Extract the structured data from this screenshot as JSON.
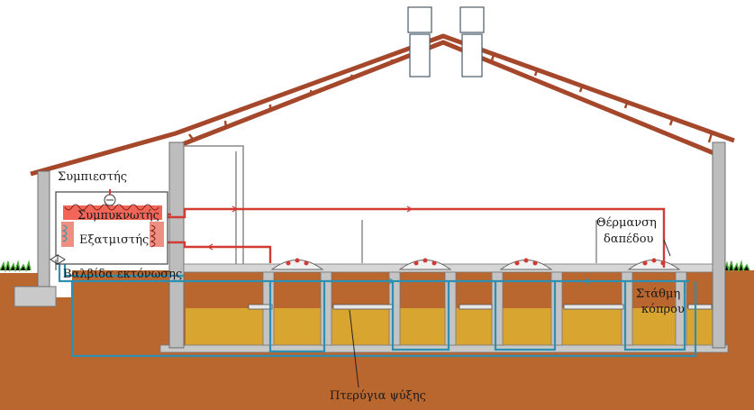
{
  "labels": {
    "compressor": "Συμπιεστής",
    "condenser": "Συμπυκνωτής",
    "evaporator": "Εξατμιστής",
    "expansion_valve": "Βαλβίδα εκτόνωσης",
    "floor_heating": "Θέρμανση δαπέδου",
    "floor_heating_line1": "Θέρμανση",
    "floor_heating_line2": "δαπέδου",
    "manure_level": "Στάθμη κόπρου",
    "manure_level_line1": "Στάθμη",
    "manure_level_line2": "κόπρου",
    "cooling_fins": "Πτερύγια ψύξης"
  },
  "colors": {
    "roof_truss": "#a5472a",
    "hot_pipe": "#d23b33",
    "cold_pipe": "#2f8fb0",
    "manure": "#d9a531",
    "soil": "#b9662f",
    "grass": "#4fae3c",
    "concrete": "#b8b8b8",
    "wall_outline": "#6f6f6f"
  },
  "icons": [
    "compressor-icon",
    "expansion-valve-icon",
    "chimney-vent-icon"
  ]
}
